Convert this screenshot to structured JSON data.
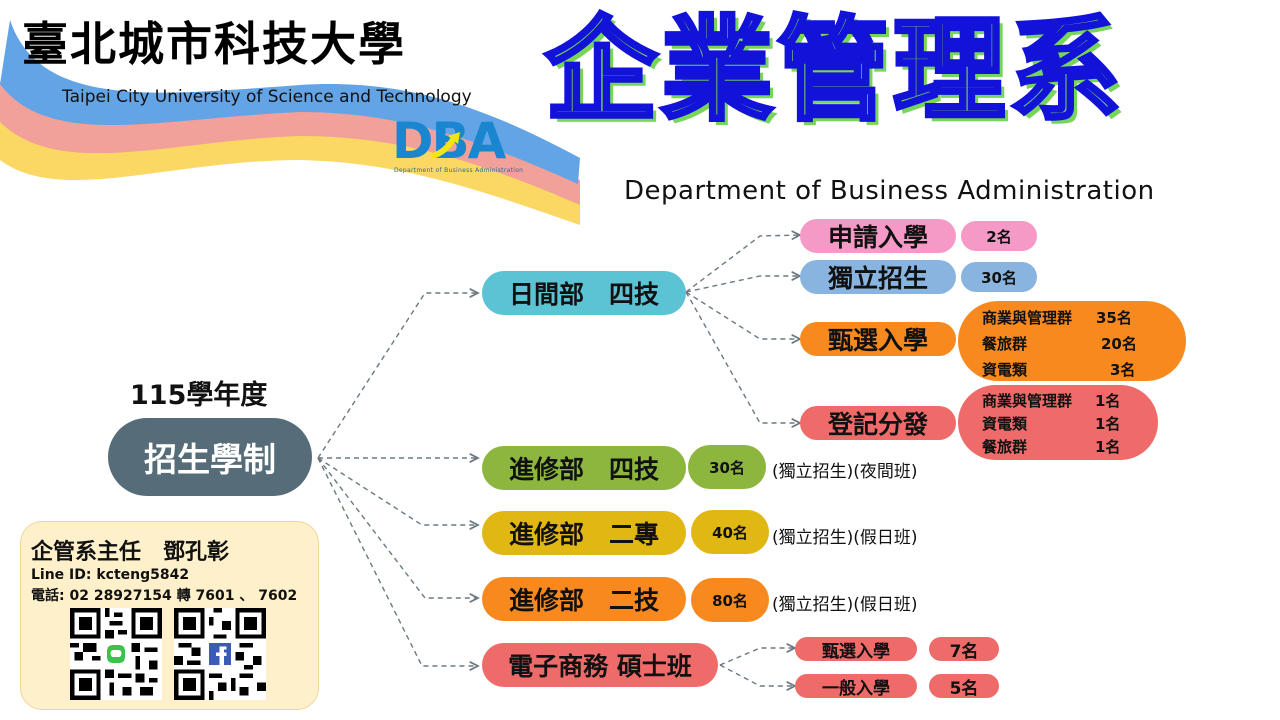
{
  "header": {
    "university_name_zh": "臺北城市科技大學",
    "university_name_en": "Taipei City University of Science and Technology",
    "logo_text": "DBA",
    "logo_caption": "Department of Business Administration",
    "department_name_zh": "企業管理系",
    "department_name_en": "Department of Business Administration",
    "ribbon_colors": [
      "#62a4e6",
      "#f1a09a",
      "#fbd763"
    ]
  },
  "root": {
    "year_label": "115學年度",
    "label": "招生學制",
    "color": "#566d79"
  },
  "programs": [
    {
      "label": "日間部　四技",
      "color": "#5bc3d3",
      "channels": [
        {
          "label": "申請入學",
          "count": "2名",
          "color": "#f59ac7"
        },
        {
          "label": "獨立招生",
          "count": "30名",
          "color": "#8ab4e0"
        },
        {
          "label": "甄選入學",
          "color": "#f7891f",
          "details": [
            {
              "group": "商業與管理群",
              "count": "35名"
            },
            {
              "group": "餐旅群",
              "count": "20名"
            },
            {
              "group": "資電類",
              "count": "3名"
            }
          ]
        },
        {
          "label": "登記分發",
          "color": "#ee6b6a",
          "details": [
            {
              "group": "商業與管理群",
              "count": "1名"
            },
            {
              "group": "資電類",
              "count": "1名"
            },
            {
              "group": "餐旅群",
              "count": "1名"
            }
          ]
        }
      ]
    },
    {
      "label": "進修部　四技",
      "count": "30名",
      "note": "(獨立招生)(夜間班)",
      "color": "#8db63f"
    },
    {
      "label": "進修部　二專",
      "count": "40名",
      "note": "(獨立招生)(假日班)",
      "color": "#e1b713"
    },
    {
      "label": "進修部　二技",
      "count": "80名",
      "note": "(獨立招生)(假日班)",
      "color": "#f7891f"
    },
    {
      "label": "電子商務 碩士班",
      "color": "#ee6b6a",
      "channels": [
        {
          "label": "甄選入學",
          "count": "7名"
        },
        {
          "label": "一般入學",
          "count": "5名"
        }
      ]
    }
  ],
  "contact": {
    "title": "企管系主任　鄧孔彰",
    "line_id": "Line ID: kcteng5842",
    "phone": "電話:  02 28927154 轉 7601 、 7602",
    "qr_codes": [
      {
        "name": "line-qr-code",
        "icon": "line-icon"
      },
      {
        "name": "facebook-qr-code",
        "icon": "facebook-icon"
      }
    ],
    "background": "#fdf0cb"
  }
}
